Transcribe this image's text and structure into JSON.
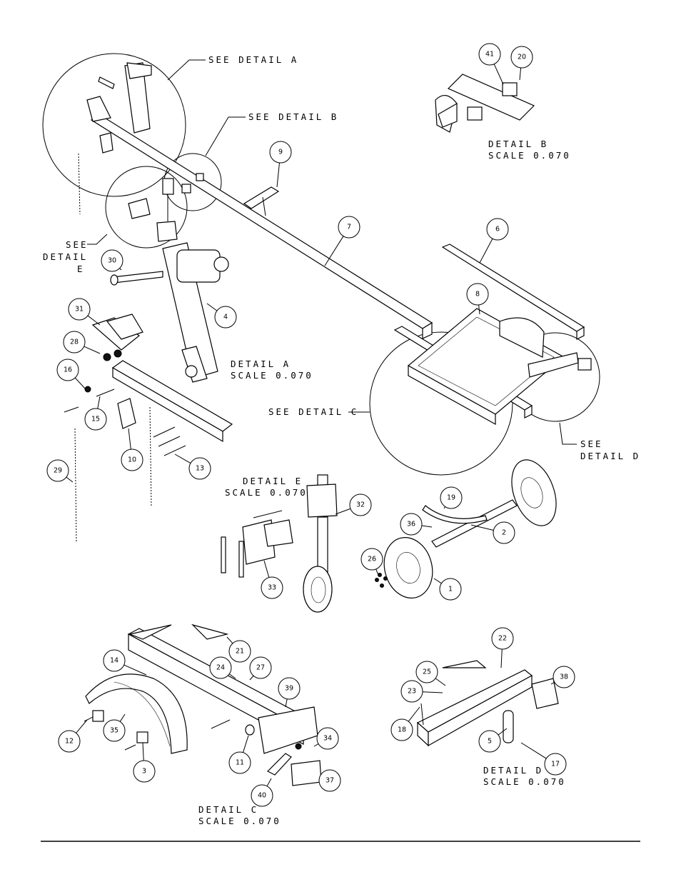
{
  "callouts": {
    "see_detail_a": "SEE DETAIL A",
    "see_detail_b": "SEE DETAIL B",
    "see_detail_c": "SEE DETAIL C",
    "see_detail_d_1": "SEE",
    "see_detail_d_2": "DETAIL D",
    "see_detail_e_1": "SEE",
    "see_detail_e_2": "DETAIL",
    "see_detail_e_3": "E"
  },
  "details": {
    "a": {
      "title": "DETAIL A",
      "scale": "SCALE 0.070"
    },
    "b": {
      "title": "DETAIL B",
      "scale": "SCALE 0.070"
    },
    "c": {
      "title": "DETAIL C",
      "scale": "SCALE 0.070"
    },
    "d": {
      "title": "DETAIL D",
      "scale": "SCALE 0.070"
    },
    "e": {
      "title": "DETAIL E",
      "scale": "SCALE 0.070"
    }
  },
  "part_numbers": [
    "1",
    "2",
    "3",
    "4",
    "5",
    "6",
    "7",
    "8",
    "9",
    "10",
    "11",
    "12",
    "13",
    "14",
    "15",
    "16",
    "17",
    "18",
    "19",
    "20",
    "21",
    "22",
    "23",
    "24",
    "25",
    "26",
    "27",
    "28",
    "29",
    "30",
    "31",
    "32",
    "33",
    "34",
    "35",
    "36",
    "37",
    "38",
    "39",
    "40",
    "41"
  ]
}
